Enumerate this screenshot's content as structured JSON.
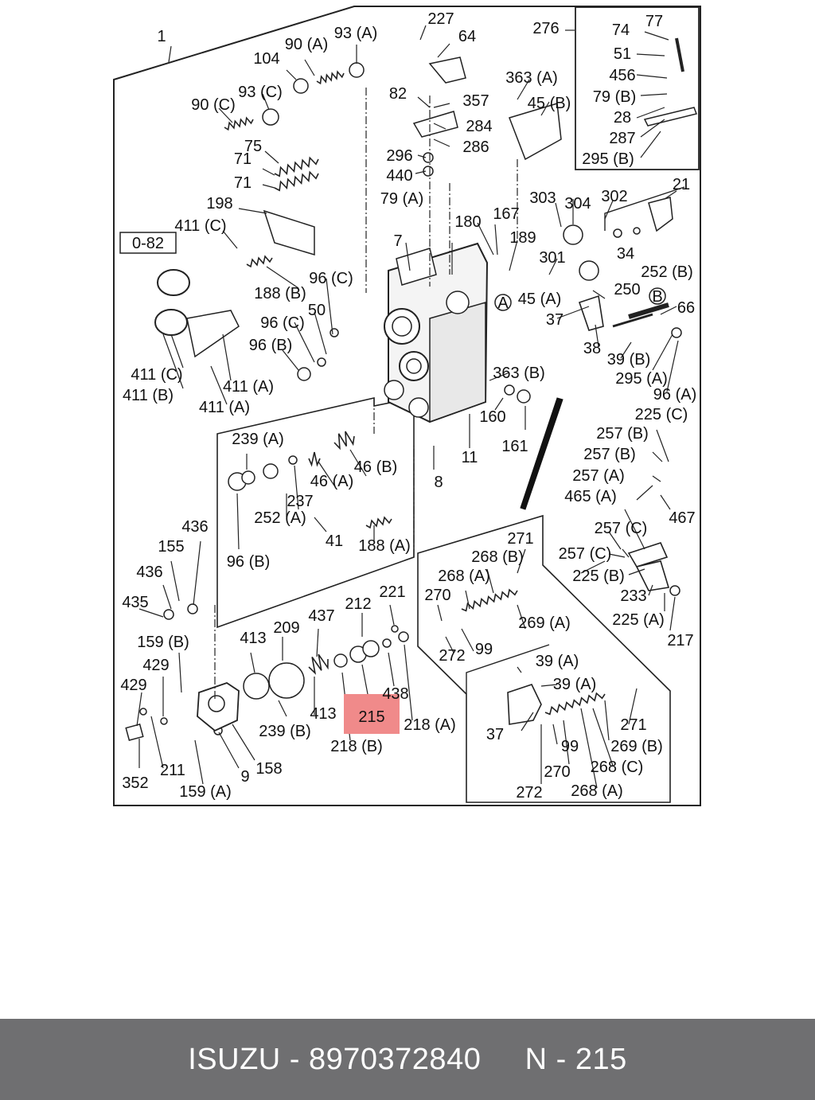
{
  "diagram": {
    "badge_label": "0-82",
    "highlighted_part": "215",
    "highlight_color": "#f08a8a",
    "labels": [
      "1",
      "90 (A)",
      "93 (A)",
      "104",
      "93 (C)",
      "90 (C)",
      "75",
      "71",
      "71",
      "198",
      "411 (C)",
      "227",
      "64",
      "82",
      "357",
      "284",
      "286",
      "296",
      "440",
      "79 (A)",
      "276",
      "74",
      "77",
      "51",
      "456",
      "79 (B)",
      "28",
      "287",
      "295 (B)",
      "363 (A)",
      "45 (B)",
      "21",
      "303",
      "304",
      "302",
      "34",
      "252 (B)",
      "180",
      "167",
      "189",
      "301",
      "250",
      "45 (A)",
      "66",
      "37",
      "38",
      "39 (B)",
      "295 (A)",
      "96 (A)",
      "7",
      "96 (C)",
      "50",
      "96 (C)",
      "96 (B)",
      "188 (B)",
      "411 (C)",
      "411 (B)",
      "411 (A)",
      "411 (A)",
      "363 (B)",
      "160",
      "161",
      "11",
      "8",
      "225 (C)",
      "257 (B)",
      "257 (B)",
      "257 (A)",
      "467",
      "465 (A)",
      "239 (A)",
      "237",
      "46 (A)",
      "46 (B)",
      "252 (A)",
      "41",
      "96 (B)",
      "188 (A)",
      "436",
      "155",
      "436",
      "435",
      "159 (B)",
      "429",
      "429",
      "352",
      "211",
      "159 (A)",
      "9",
      "158",
      "413",
      "209",
      "437",
      "212",
      "221",
      "413",
      "239 (B)",
      "215",
      "218 (B)",
      "218 (A)",
      "438",
      "271",
      "268 (B)",
      "268 (A)",
      "270",
      "269 (A)",
      "272",
      "99",
      "257 (C)",
      "257 (C)",
      "225 (B)",
      "233",
      "225 (A)",
      "217",
      "39 (A)",
      "39 (A)",
      "37",
      "270",
      "99",
      "271",
      "269 (B)",
      "268 (C)",
      "272",
      "268 (A)"
    ]
  },
  "footer": {
    "brand": "ISUZU",
    "part_number": "8970372840",
    "ref": "N - 215"
  }
}
